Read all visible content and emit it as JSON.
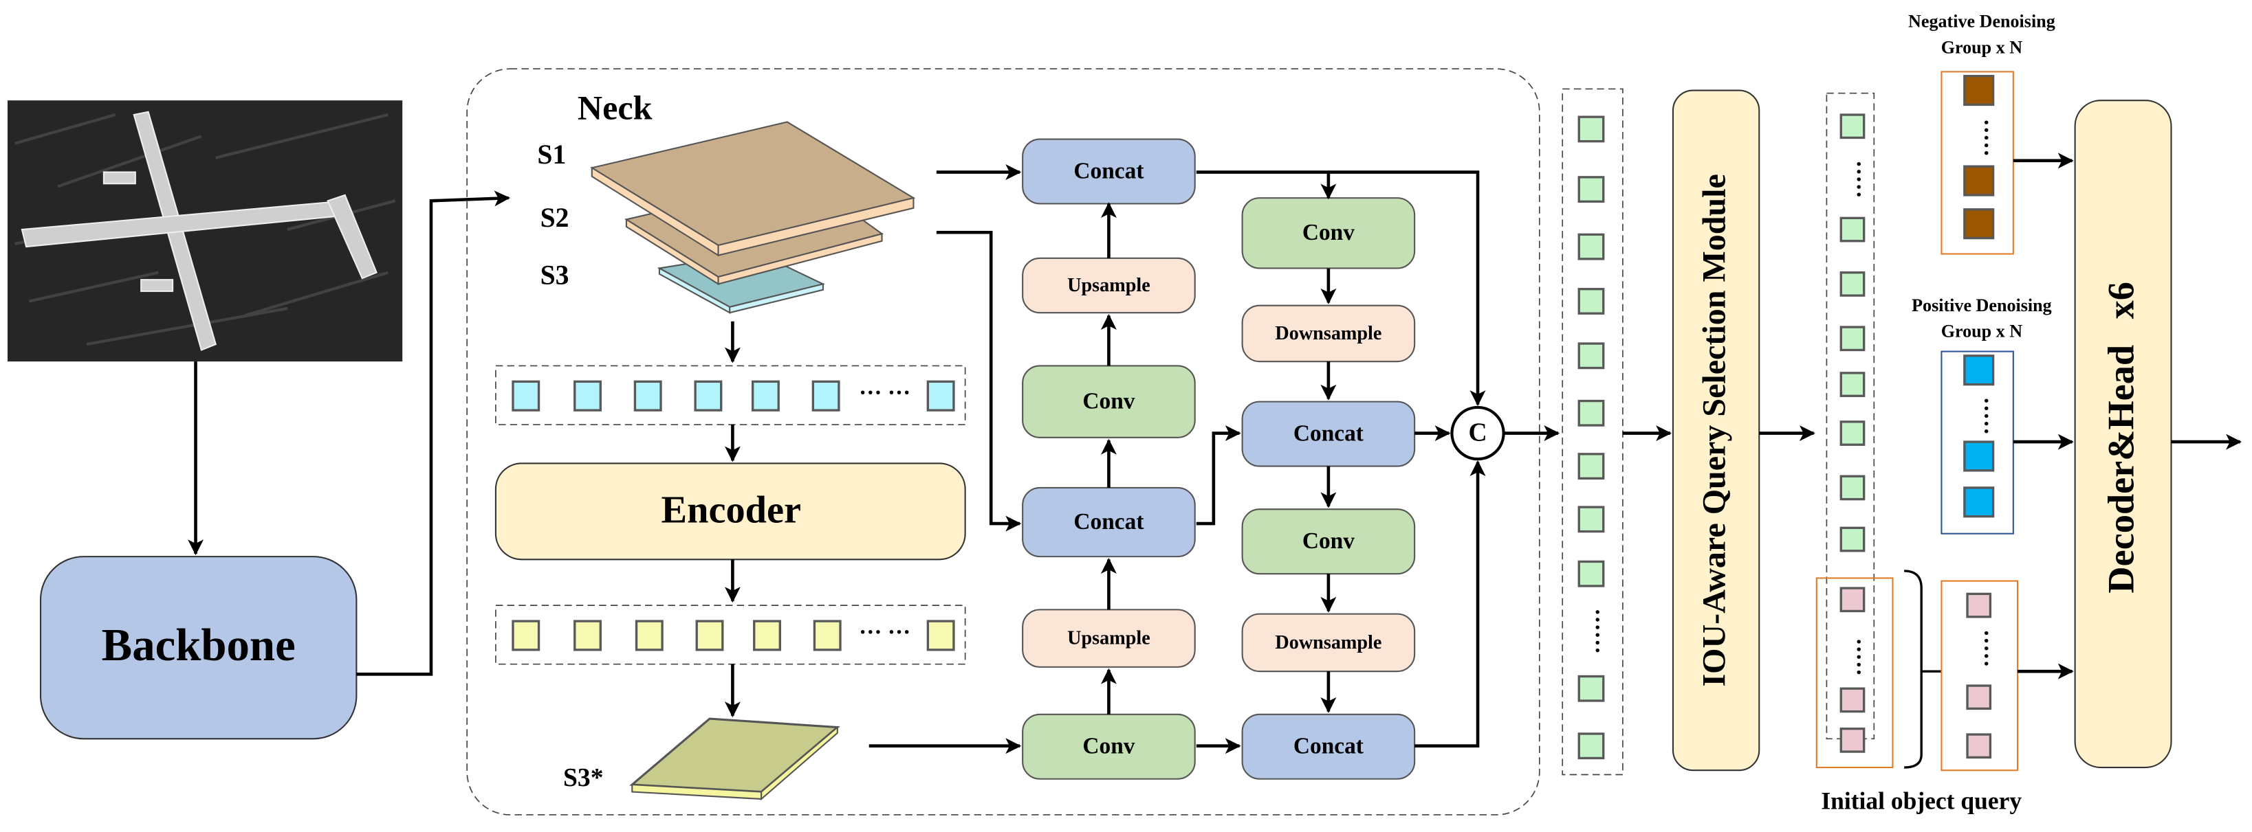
{
  "backbone": {
    "label": "Backbone"
  },
  "neck": {
    "title": "Neck",
    "levels": [
      "S1",
      "S2",
      "S3"
    ],
    "encoder_label": "Encoder",
    "s3_star": "S3*",
    "column_a": [
      "Concat",
      "Upsample",
      "Conv",
      "Concat",
      "Upsample",
      "Conv"
    ],
    "column_b": [
      "Conv",
      "Downsample",
      "Concat",
      "Conv",
      "Downsample",
      "Concat"
    ],
    "concat_symbol": "C"
  },
  "query_selection": {
    "label": "IOU-Aware Query Selection Module"
  },
  "negative_group": {
    "line1": "Negative Denoising",
    "line2": "Group x N"
  },
  "positive_group": {
    "line1": "Positive Denoising",
    "line2": "Group x N"
  },
  "decoder": {
    "label": "Decoder&Head",
    "repeat": "x6"
  },
  "initial_query_label": "Initial object query",
  "colors": {
    "backbone": "#b4c7e7",
    "encoder": "#fff2cc",
    "concat": "#b4c7e7",
    "sample": "#fbe5d6",
    "conv": "#c5e0b4",
    "token_cyan": "#b3f3fb",
    "token_yellow": "#f6f9b2",
    "token_green": "#c3f3c6",
    "token_pink": "#ecc8d0",
    "token_brown": "#9c5700",
    "token_blue": "#00b0f0",
    "negative_border": "#e07b2a",
    "positive_border": "#2f5597"
  }
}
